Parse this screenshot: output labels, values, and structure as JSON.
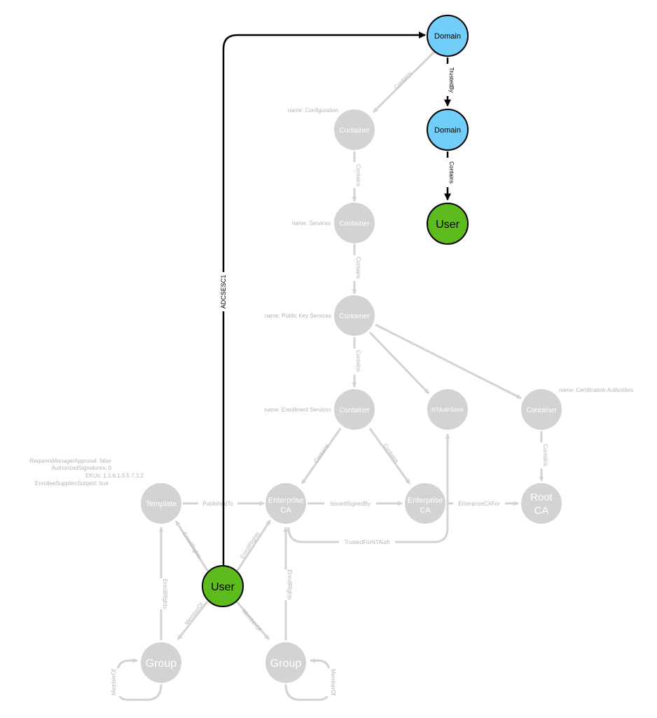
{
  "colors": {
    "faded": "#d3d3d3",
    "faded_text": "#b4b4b4",
    "domain_fill": "#71cdf9",
    "user_fill": "#5dbb1e",
    "node_stroke": "#000000",
    "edge_active": "#000000",
    "white": "#ffffff"
  },
  "nodes": {
    "domain_top": {
      "lines": [
        "Domain"
      ]
    },
    "domain_mid": {
      "lines": [
        "Domain"
      ]
    },
    "user_top": {
      "lines": [
        "User"
      ]
    },
    "container_config": {
      "lines": [
        "Container"
      ],
      "label": "name: Configuration"
    },
    "container_services": {
      "lines": [
        "Container"
      ],
      "label": "name: Services"
    },
    "container_pks": {
      "lines": [
        "Container"
      ],
      "label": "name: Public Key Services"
    },
    "container_enroll": {
      "lines": [
        "Container"
      ],
      "label": "name: Enrollment Services"
    },
    "ntauthstore": {
      "lines": [
        "NTAuthStore"
      ]
    },
    "container_certauth": {
      "lines": [
        "Container"
      ],
      "label": "name: Certification Authorities"
    },
    "template": {
      "lines": [
        "Template"
      ],
      "properties": [
        "RequiresManagerApproval: false",
        "AuthorizedSignatures: 0",
        "EKUs: 1.3.6.1.5.5.7.3.2",
        "EnrolleeSuppliesSubject: true"
      ]
    },
    "enterprise_ca_left": {
      "lines": [
        "Enterprise",
        "CA"
      ]
    },
    "enterprise_ca_right": {
      "lines": [
        "Enterprise",
        "CA"
      ]
    },
    "root_ca": {
      "lines": [
        "Root",
        "CA"
      ]
    },
    "user_bottom": {
      "lines": [
        "User"
      ]
    },
    "group_left": {
      "lines": [
        "Group"
      ]
    },
    "group_right": {
      "lines": [
        "Group"
      ]
    }
  },
  "edges": {
    "adcsesc1": "ADCSESC1",
    "trustedby": "TrustedBy",
    "contains_domain_user": "Contains",
    "contains_domain_config": "Contains",
    "contains_config_services": "Contains",
    "contains_services_pks": "Contains",
    "contains_pks_enroll": "Contains",
    "contains_enroll_ca_left": "Contains",
    "contains_enroll_ca_right": "Contains",
    "contains_certauth_root": "Contains",
    "publishedto": "PublishedTo",
    "issuedsignedby": "IssuedSignedBy",
    "enterprisecafor": "EnterpriseCAFor",
    "trustedforntauth": "TrustedForNTAuth",
    "enroll_user_template": "EnrollRights",
    "enroll_user_ca": "EnrollRights",
    "enroll_group_template": "EnrollRights",
    "enroll_group_ca": "EnrollRights",
    "memberof_user_group_left": "MemberOf",
    "memberof_user_group_right": "MemberOf",
    "memberof_group_left_self": "MemberOf",
    "memberof_group_right_self": "MemberOf"
  }
}
